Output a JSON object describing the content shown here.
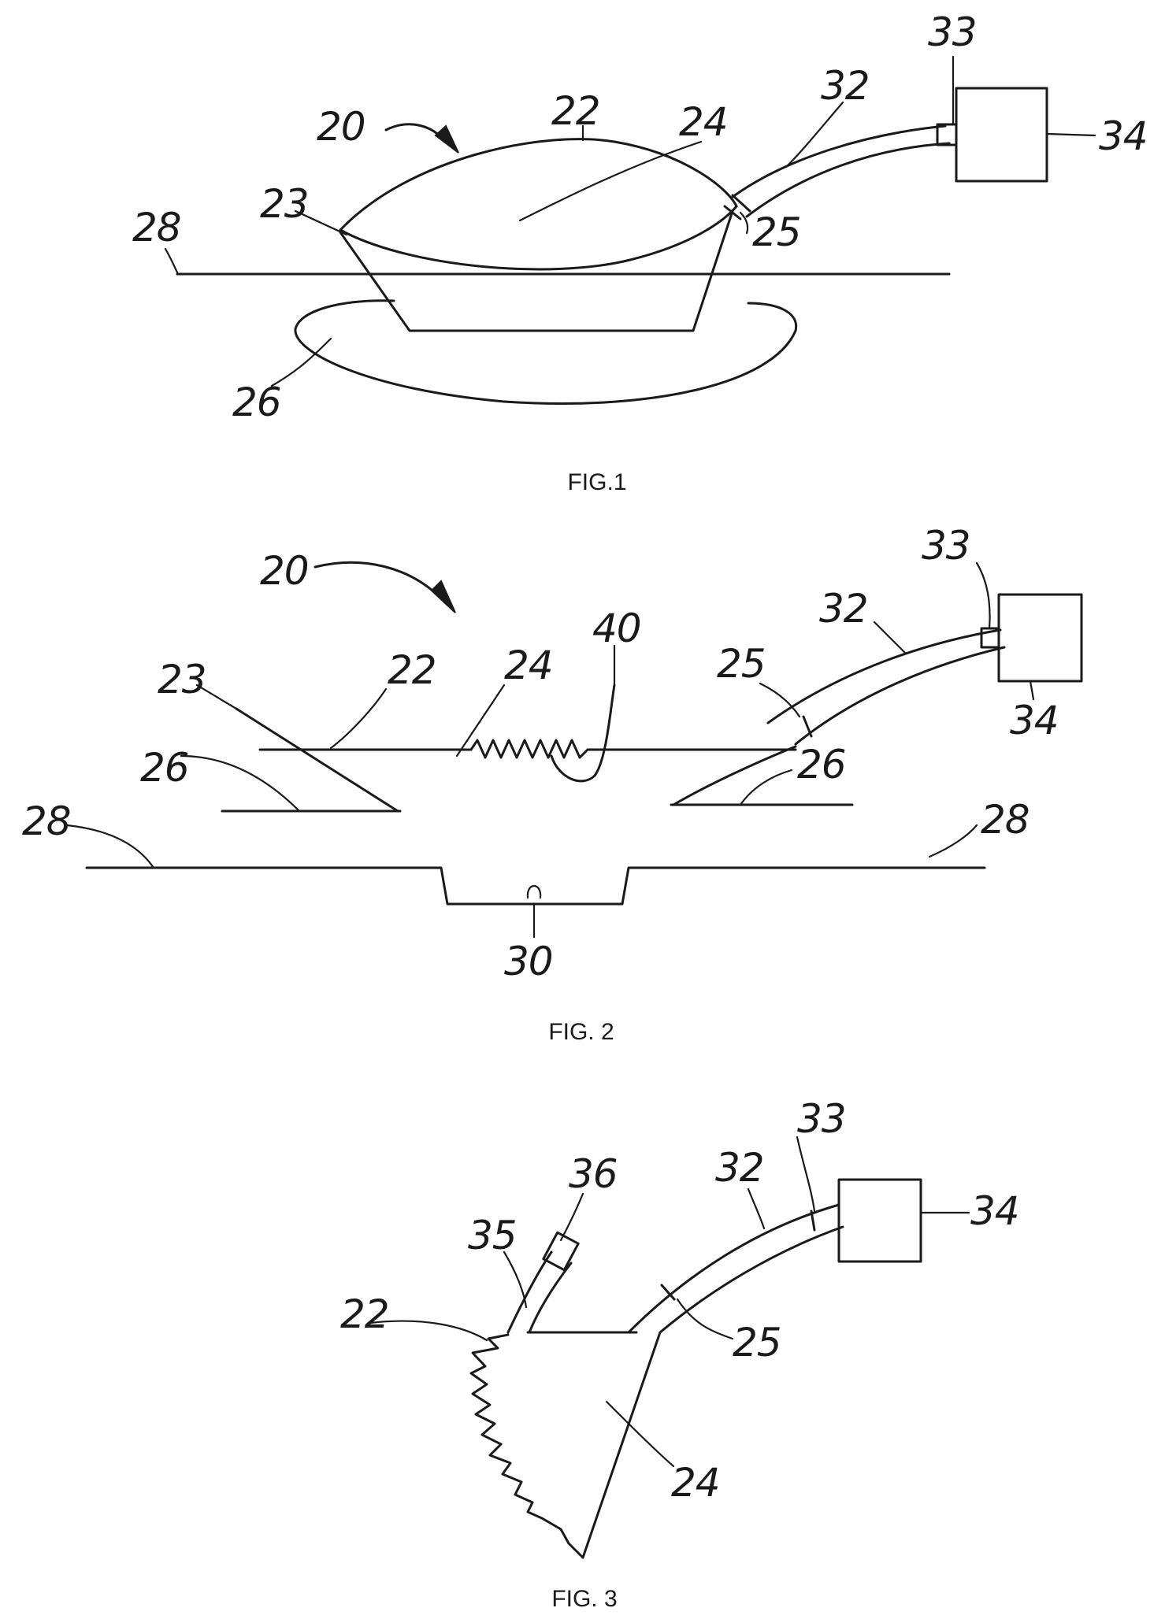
{
  "figures": [
    {
      "caption": "FIG.1",
      "labels": [
        "20",
        "22",
        "24",
        "23",
        "25",
        "28",
        "26",
        "32",
        "33",
        "34"
      ]
    },
    {
      "caption": "FIG. 2",
      "labels": [
        "20",
        "22",
        "23",
        "24",
        "40",
        "25",
        "32",
        "33",
        "34",
        "26",
        "26",
        "28",
        "28",
        "30"
      ]
    },
    {
      "caption": "FIG. 3",
      "labels": [
        "35",
        "36",
        "22",
        "32",
        "33",
        "34",
        "25",
        "24"
      ]
    }
  ]
}
